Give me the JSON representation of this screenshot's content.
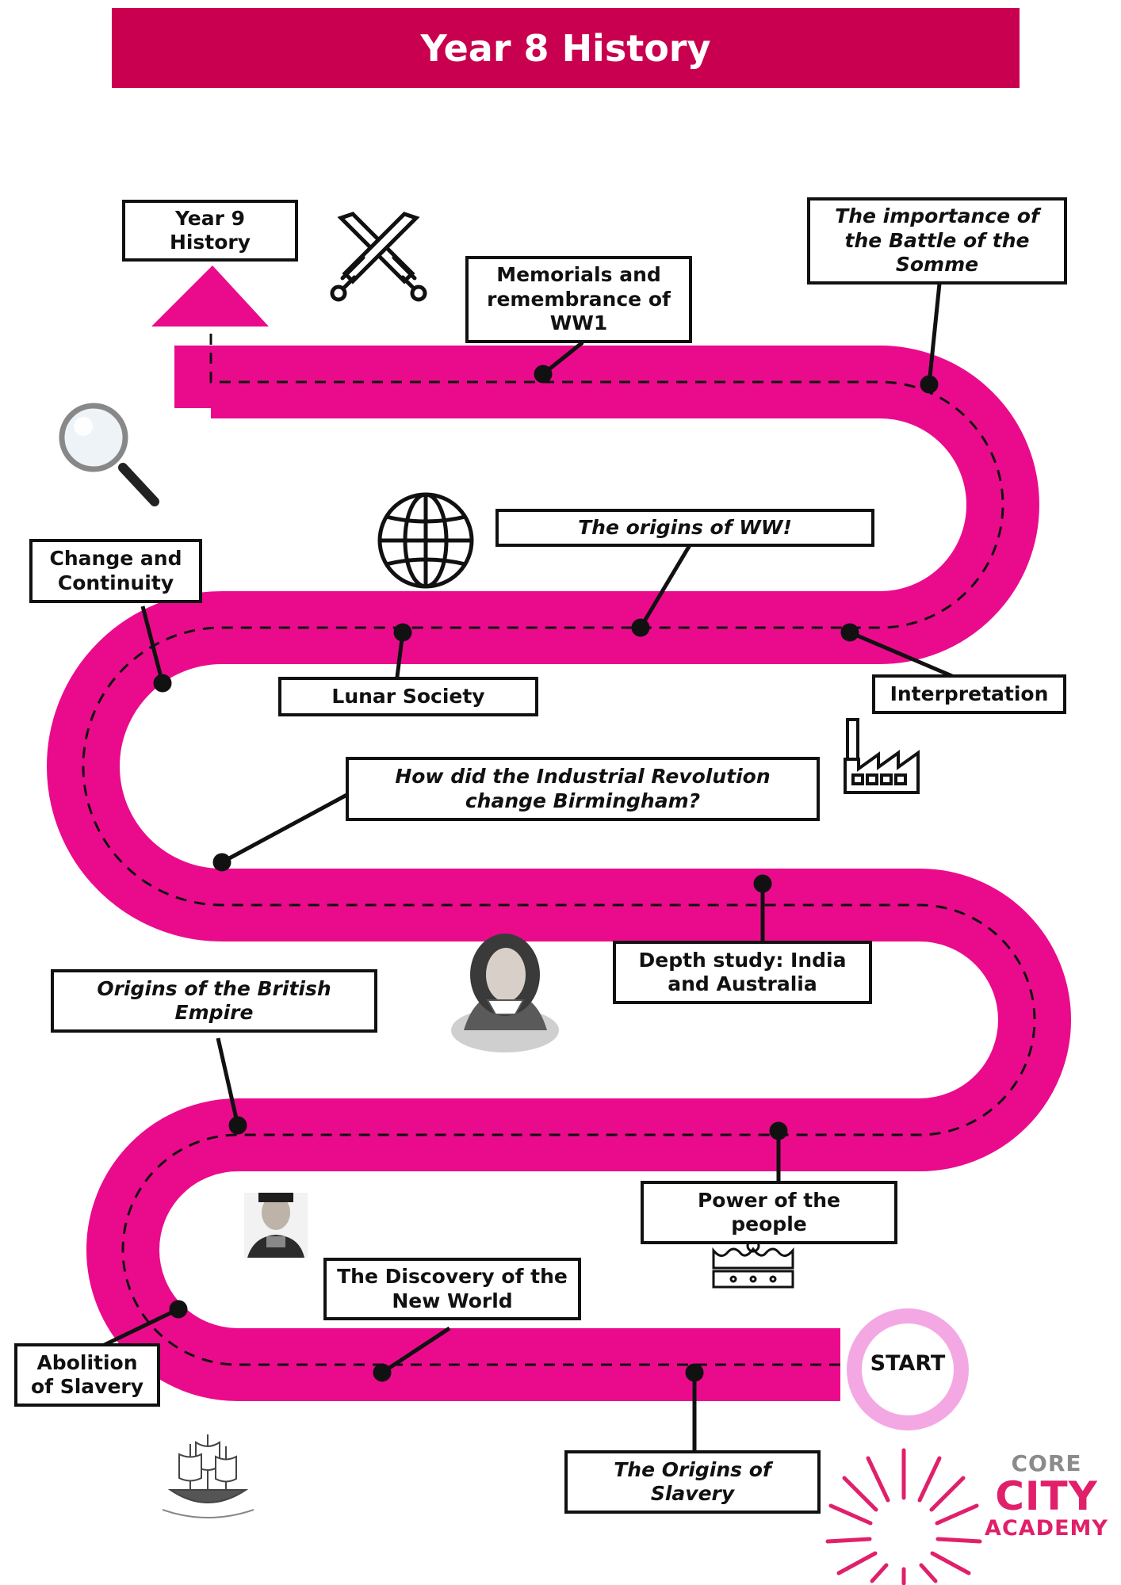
{
  "title": "Year 8 History",
  "accent_color": "#ea0b8c",
  "banner_color": "#c8004f",
  "start_label": "START",
  "icons": [
    "crossed-swords-icon",
    "magnifying-glass-icon",
    "globe-icon",
    "factory-icon",
    "portrait-icon",
    "king-portrait-icon",
    "crown-icon",
    "sailing-ship-icon"
  ],
  "topics": {
    "year9": "Year 9\nHistory",
    "memorials": "Memorials and\nremembrance of\nWW1",
    "somme": "The importance of\nthe Battle of the\nSomme",
    "change": "Change and\nContinuity",
    "origins_ww": "The origins of WW!",
    "lunar": "Lunar Society",
    "interpretation": "Interpretation",
    "industrial": "How did the Industrial Revolution\nchange Birmingham?",
    "depth": "Depth study: India\nand Australia",
    "empire": "Origins of the British\nEmpire",
    "power": "Power of the\npeople",
    "discovery": "The Discovery of the\nNew World",
    "abolition": "Abolition\nof Slavery",
    "origins_slavery": "The Origins of\nSlavery"
  },
  "logo": {
    "line1": "CORE",
    "line2": "CITY",
    "line3": "ACADEMY"
  }
}
